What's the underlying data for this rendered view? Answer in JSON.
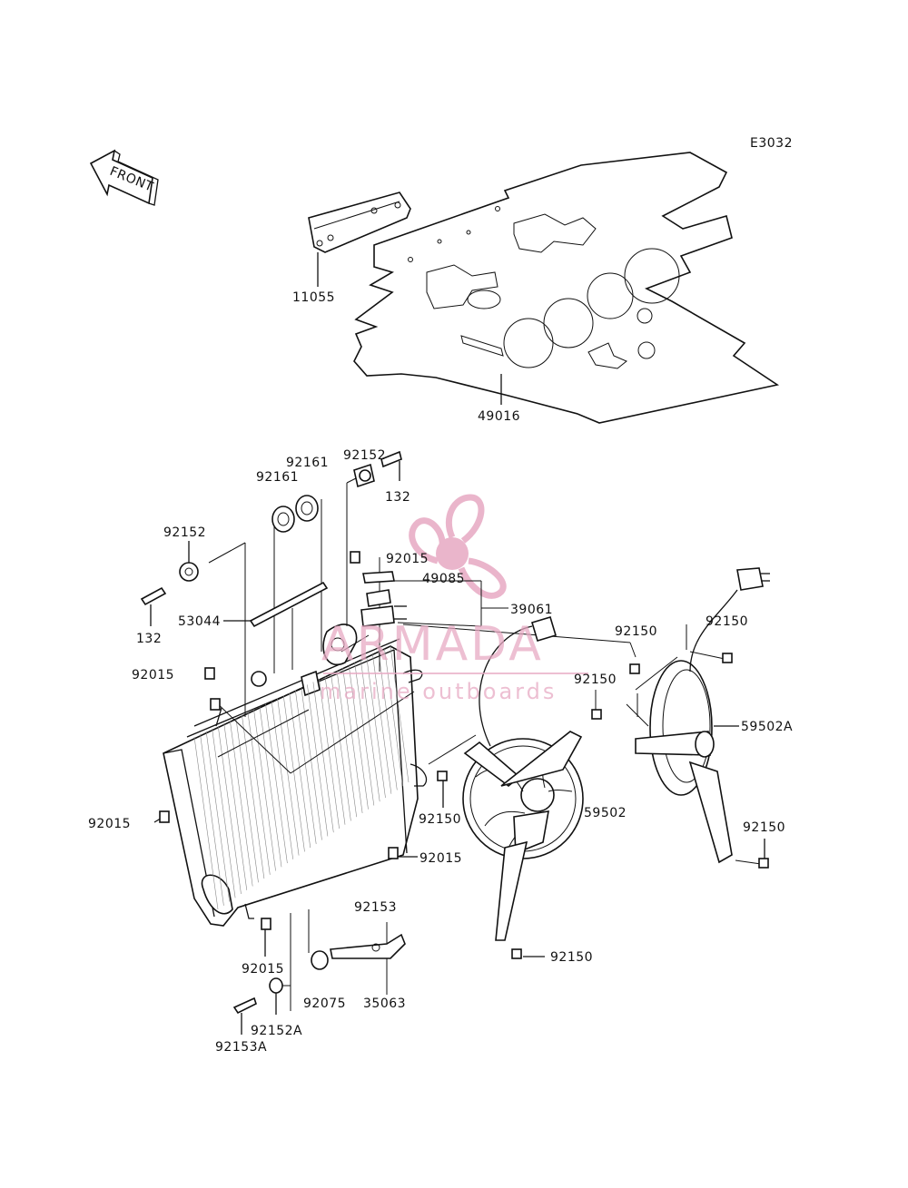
{
  "diagram_code": "E3032",
  "front_label": "FRONT",
  "watermark": {
    "brand": "ARMADA",
    "tagline": "marine outboards"
  },
  "labels": {
    "l11055": "11055",
    "l49016": "49016",
    "l92152_top": "92152",
    "l132_top": "132",
    "l92161_right": "92161",
    "l92161_left": "92161",
    "l92152_left": "92152",
    "l132_left": "132",
    "l53044": "53044",
    "l92015_cap": "92015",
    "l49085": "49085",
    "l39061": "39061",
    "l92015_left": "92015",
    "l92015_side": "92015",
    "l92015_mid": "92015",
    "l92015_bottom": "92015",
    "l92150_a": "92150",
    "l92150_b": "92150",
    "l92150_c": "92150",
    "l92150_d": "92150",
    "l92150_e": "92150",
    "l92150_f": "92150",
    "l59502A": "59502A",
    "l59502": "59502",
    "l92153": "92153",
    "l35063": "35063",
    "l92075": "92075",
    "l92152A": "92152A",
    "l92153A": "92153A"
  }
}
